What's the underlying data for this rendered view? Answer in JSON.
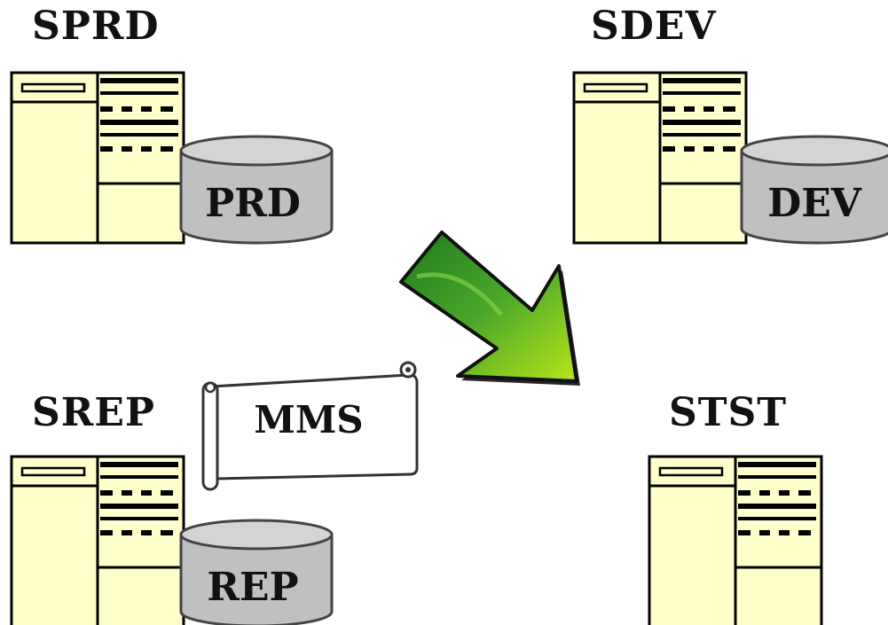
{
  "servers": {
    "sprd": {
      "name": "SPRD",
      "db": "PRD"
    },
    "sdev": {
      "name": "SDEV",
      "db": "DEV"
    },
    "srep": {
      "name": "SREP",
      "db": "REP"
    },
    "stst": {
      "name": "STST"
    }
  },
  "scroll": {
    "label": "MMS"
  },
  "colors": {
    "server_fill": "#ffffcc",
    "db_fill": "#c0c0c0",
    "arrow_green": "#4aa72a"
  }
}
